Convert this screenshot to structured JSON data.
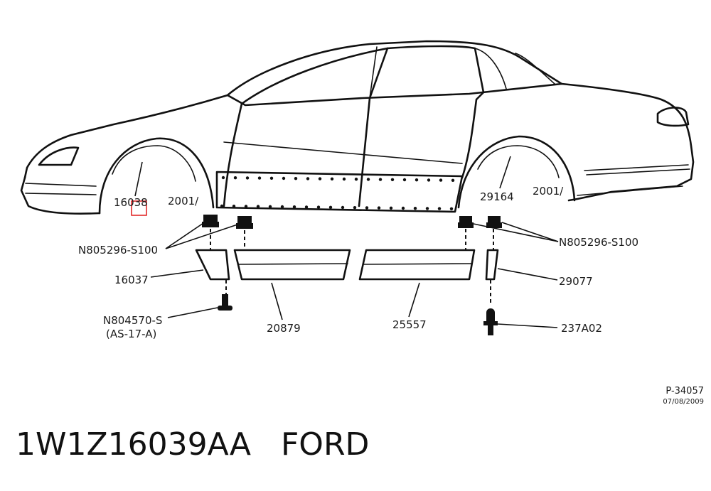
{
  "callouts": {
    "fender_left": "16038",
    "wheel_lip_left": "2001/",
    "wheel_lip_right_num": "29164",
    "wheel_lip_right": "2001/",
    "nut_left": "N805296-S100",
    "nut_right": "N805296-S100",
    "front_molding": "16037",
    "screw_line1": "N804570-S",
    "screw_line2": "(AS-17-A)",
    "front_door_molding": "20879",
    "rear_door_molding": "25557",
    "rear_molding": "29077",
    "clip": "237A02"
  },
  "drawing_ref": {
    "number": "P-34057",
    "date": "07/08/2009"
  },
  "title": {
    "part_number": "1W1Z16039AA",
    "brand": "FORD"
  },
  "highlight_color": "#e01b1b"
}
